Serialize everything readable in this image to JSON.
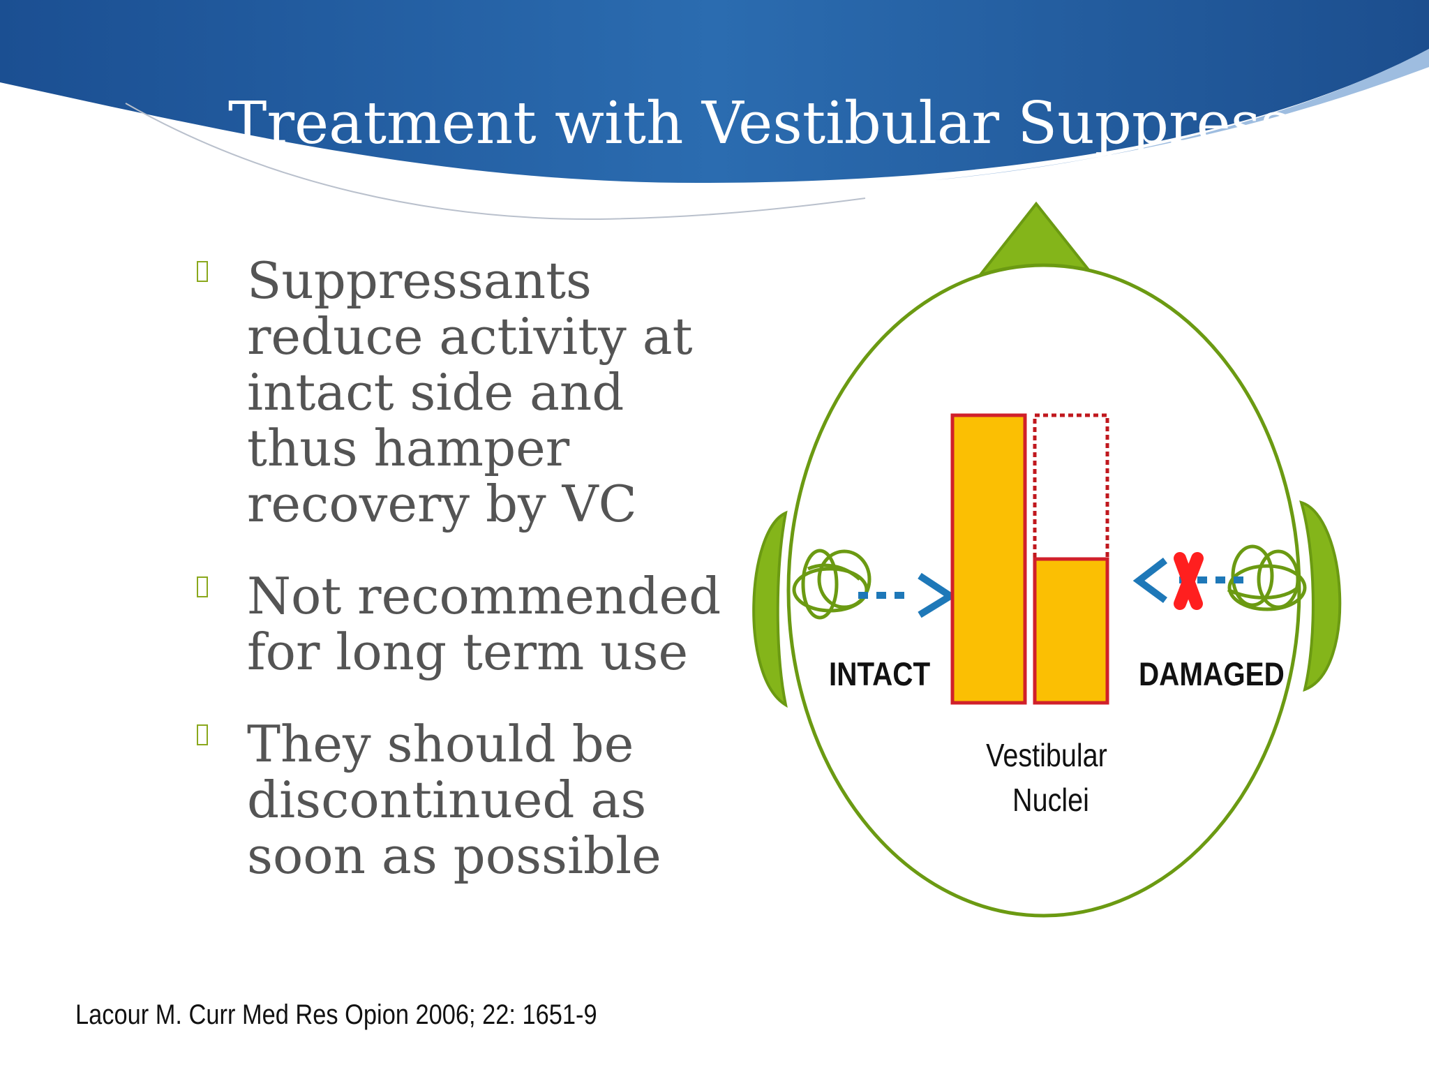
{
  "title": "Treatment with Vestibular Suppressants",
  "bullets": [
    "Suppressants reduce activity at intact side and thus hamper recovery by VC",
    "Not recommended for long term use",
    "They should be discontinued as soon as possible"
  ],
  "citation": "Lacour  M. Curr Med Res Opion 2006; 22: 1651-9",
  "diagram": {
    "left_label": "INTACT",
    "right_label": "DAMAGED",
    "center_label_line1": "Vestibular",
    "center_label_line2": "Nuclei",
    "intact_activity_fraction": 1.0,
    "damaged_activity_fraction": 0.5,
    "colors": {
      "head_outline": "#6b9a12",
      "nose": "#84b51a",
      "bar_fill": "#fbbf03",
      "bar_border": "#d0202a",
      "arrow": "#1e78b8",
      "block_mark": "#ff1f1f",
      "header_blue": "#1f5aa0"
    },
    "icons": [
      "labyrinth-icon",
      "cross-icon"
    ]
  }
}
